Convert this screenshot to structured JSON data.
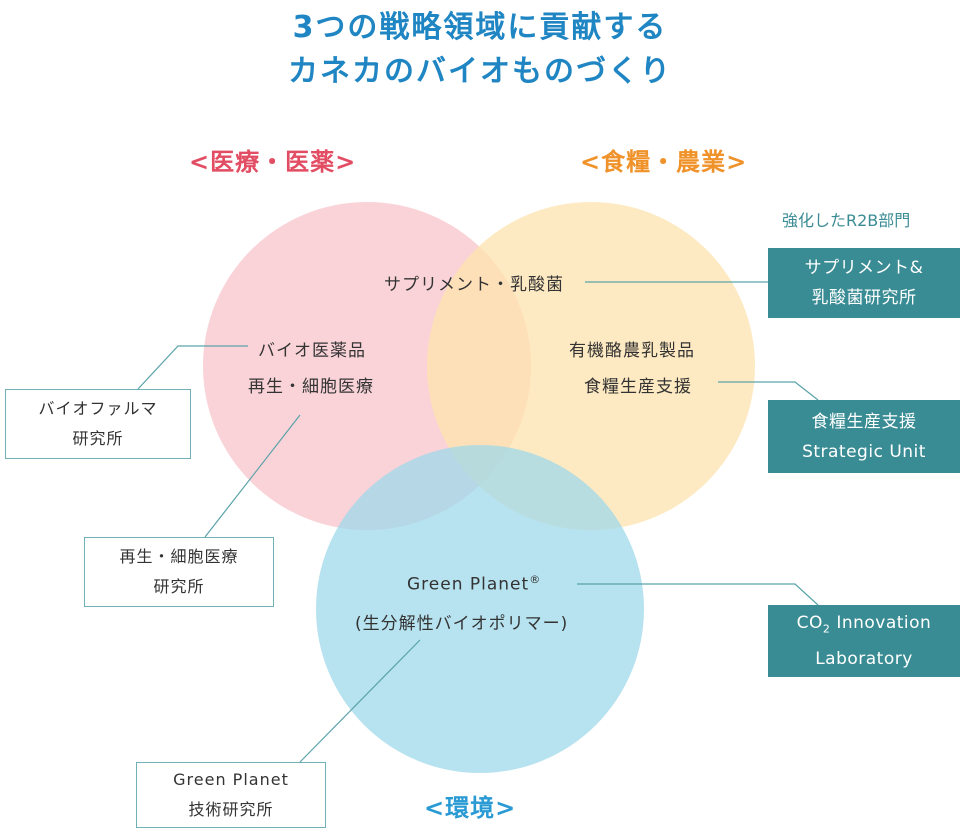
{
  "title": {
    "line1": "3つの戦略領域に貢献する",
    "line2": "カネカのバイオものづくり"
  },
  "categories": {
    "medical": "<医療・医薬>",
    "food": "<食糧・農業>",
    "environment": "<環境>"
  },
  "colors": {
    "title": "#1f86c3",
    "medical": "#e24d63",
    "food": "#f0922a",
    "environment": "#2a9ad4",
    "circle_medical": "#f7c4cb",
    "circle_food": "#fde3ad",
    "circle_environment": "#9fd8e9",
    "teal_box": "#3a8c94",
    "connector": "#5aa3a9"
  },
  "circle_labels": {
    "overlap_top": "サプリメント・乳酸菌",
    "medical_1": "バイオ医薬品",
    "medical_2": "再生・細胞医療",
    "food_1": "有機酪農乳製品",
    "food_2": "食糧生産支援",
    "env_1": "Green Planet",
    "env_1_mark": "®",
    "env_2": "(生分解性バイオポリマー)"
  },
  "left_boxes": {
    "biopharma": {
      "line1": "バイオファルマ",
      "line2": "研究所"
    },
    "regen": {
      "line1": "再生・細胞医療",
      "line2": "研究所"
    },
    "greenplanet": {
      "line1": "Green Planet",
      "line2": "技術研究所"
    }
  },
  "right_boxes": {
    "heading": "強化したR2B部門",
    "supplement": {
      "line1": "サプリメント&",
      "line2": "乳酸菌研究所"
    },
    "food_support": {
      "line1": "食糧生産支援",
      "line2": "Strategic Unit"
    },
    "co2": {
      "line1_a": "CO",
      "line1_sub": "2",
      "line1_b": " Innovation",
      "line2": "Laboratory"
    }
  }
}
